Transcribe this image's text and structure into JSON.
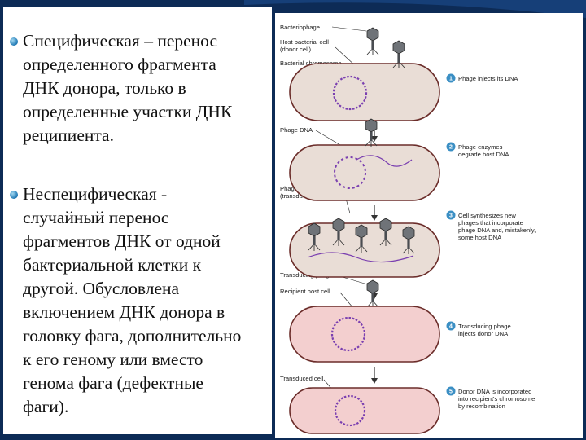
{
  "bullets": [
    {
      "text": "Специфическая – перенос\nопределенного фрагмента\nДНК донора, только в\nопределенные участки ДНК\nреципиента."
    },
    {
      "text": "Неспецифическая  -\nслучайный перенос\nфрагментов ДНК от одной\nбактериальной клетки к\nдругой. Обусловлена\nвключением ДНК донора в\nголовку фага, дополнительно\nк его геному или вместо\nгенома фага (дефектные\nфаги)."
    }
  ],
  "figure": {
    "labels": {
      "bacteriophage": "Bacteriophage",
      "host_cell_1": "Host bacterial cell",
      "host_cell_2": "(donor cell)",
      "bacterial_chromosome": "Bacterial chromosome",
      "phage_dna": "Phage DNA",
      "phage_with_donor_1": "Phage with donor DNA",
      "phage_with_donor_2": "(transducing phage)",
      "transducing_phage": "Transducing phage",
      "recipient_host_cell": "Recipient host cell",
      "transduced_cell": "Transduced cell"
    },
    "steps": [
      {
        "number": "1",
        "lines": [
          "Phage injects its DNA"
        ]
      },
      {
        "number": "2",
        "lines": [
          "Phage enzymes",
          "degrade host DNA"
        ]
      },
      {
        "number": "3",
        "lines": [
          "Cell synthesizes new",
          "phages that incorporate",
          "phage DNA and, mistakenly,",
          "some host DNA"
        ]
      },
      {
        "number": "4",
        "lines": [
          "Transducing phage",
          "injects donor DNA"
        ]
      },
      {
        "number": "5",
        "lines": [
          "Donor DNA is incorporated",
          "into recipient's chromosome",
          "by recombination"
        ]
      }
    ],
    "colors": {
      "donor_cell": "#e9ddd6",
      "recipient_cell": "#f3cfcf",
      "step_badge": "#3b8fc4",
      "cell_outline": "#6b2d2a"
    }
  }
}
